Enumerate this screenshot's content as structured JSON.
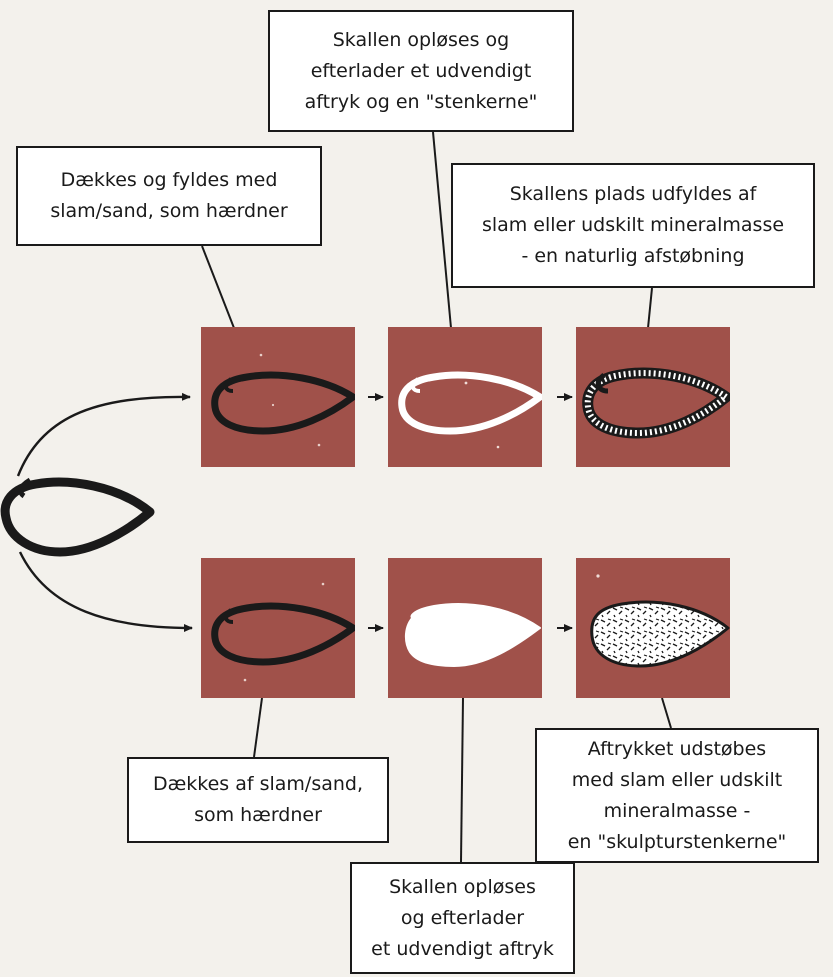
{
  "colors": {
    "panel": "#a0514a",
    "ink": "#1a1a1a",
    "box": "#ffffff",
    "paper": "#f3f1ec"
  },
  "callouts": {
    "top_center": [
      "Skallen opløses og",
      "efterlader et udvendigt",
      "aftryk og en \"stenkerne\""
    ],
    "top_left": [
      "Dækkes og fyldes med",
      "slam/sand, som hærdner"
    ],
    "top_right": [
      "Skallens plads udfyldes af",
      "slam eller udskilt mineralmasse",
      "-  en naturlig afstøbning"
    ],
    "bottom_left": [
      "Dækkes af slam/sand,",
      "som hærdner"
    ],
    "bottom_right": [
      "Aftrykket udstøbes",
      "med slam eller udskilt",
      "mineralmasse  -",
      "en \"skulpturstenkerne\""
    ],
    "bottom_center": [
      "Skallen opløses",
      "og efterlader",
      "et udvendigt aftryk"
    ]
  },
  "panels": {
    "top": [
      {
        "stage": "shell-in-sediment",
        "shell": "black-outline"
      },
      {
        "stage": "shell-dissolved",
        "shell": "white-outline"
      },
      {
        "stage": "natural-cast",
        "shell": "speckled-outline"
      }
    ],
    "bottom": [
      {
        "stage": "shell-in-sediment",
        "shell": "black-outline"
      },
      {
        "stage": "shell-dissolved",
        "shell": "white-filled"
      },
      {
        "stage": "sculpture-cast",
        "shell": "speckled-filled"
      }
    ]
  }
}
